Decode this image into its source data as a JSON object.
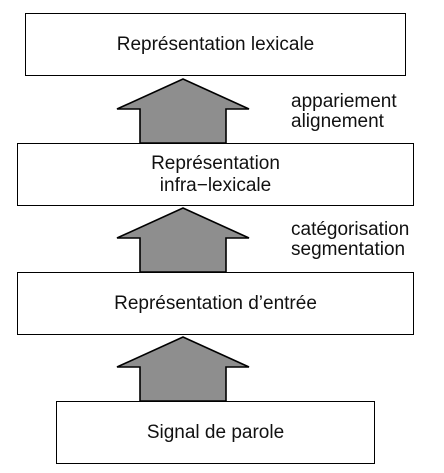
{
  "colors": {
    "arrow_fill": "#8e8e8e",
    "stroke": "#000000",
    "box_fill": "#ffffff"
  },
  "boxes": {
    "lexical": "Représentation lexicale",
    "infra_lexical": "Représentation\ninfra−lexicale",
    "input": "Représentation d’entrée",
    "signal": "Signal de parole"
  },
  "labels": {
    "upper": "appariement\nalignement",
    "lower": "catégorisation\nsegmentation"
  },
  "arrows": [
    {
      "from": "signal",
      "to": "input"
    },
    {
      "from": "input",
      "to": "infra_lexical"
    },
    {
      "from": "infra_lexical",
      "to": "lexical"
    }
  ]
}
